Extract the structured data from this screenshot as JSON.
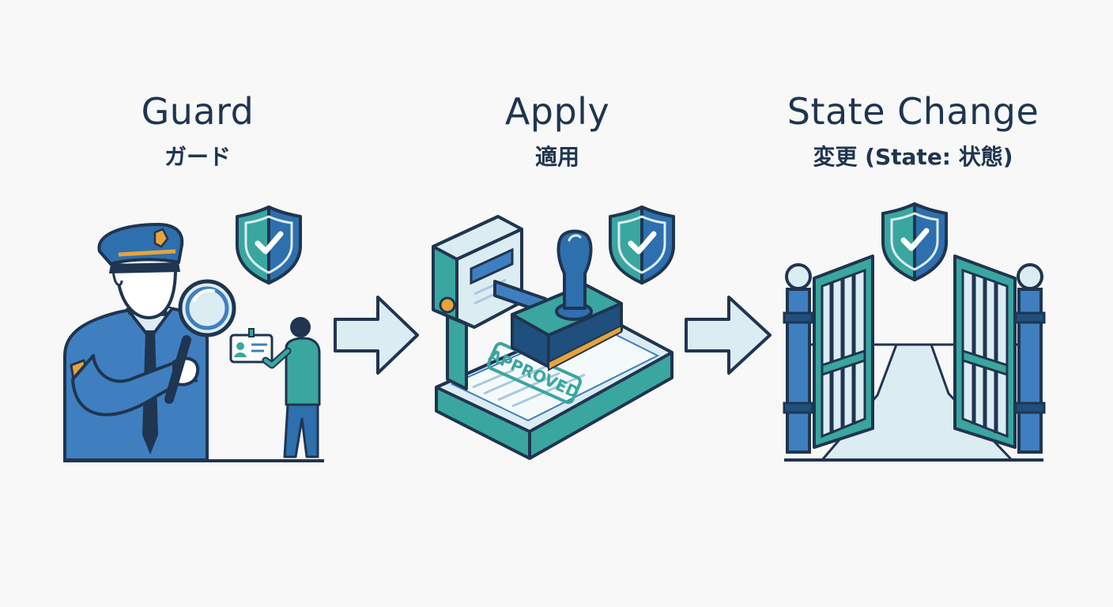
{
  "steps": [
    {
      "title": "Guard",
      "subtitle": "ガード"
    },
    {
      "title": "Apply",
      "subtitle": "適用",
      "stamp_text": "APPROVED"
    },
    {
      "title": "State Change",
      "subtitle": "変更 (State: 状態)"
    }
  ],
  "icons": [
    "police-guard-icon",
    "magnifier-icon",
    "id-card-icon",
    "person-icon",
    "shield-check-icon",
    "arrow-right-icon",
    "stamp-machine-icon",
    "approved-document-icon",
    "open-gate-icon"
  ],
  "colors": {
    "navy": "#1f3550",
    "blue": "#3f7fc0",
    "teal": "#3aa6a0",
    "light_blue": "#dcecf3",
    "orange": "#e8a33a"
  }
}
